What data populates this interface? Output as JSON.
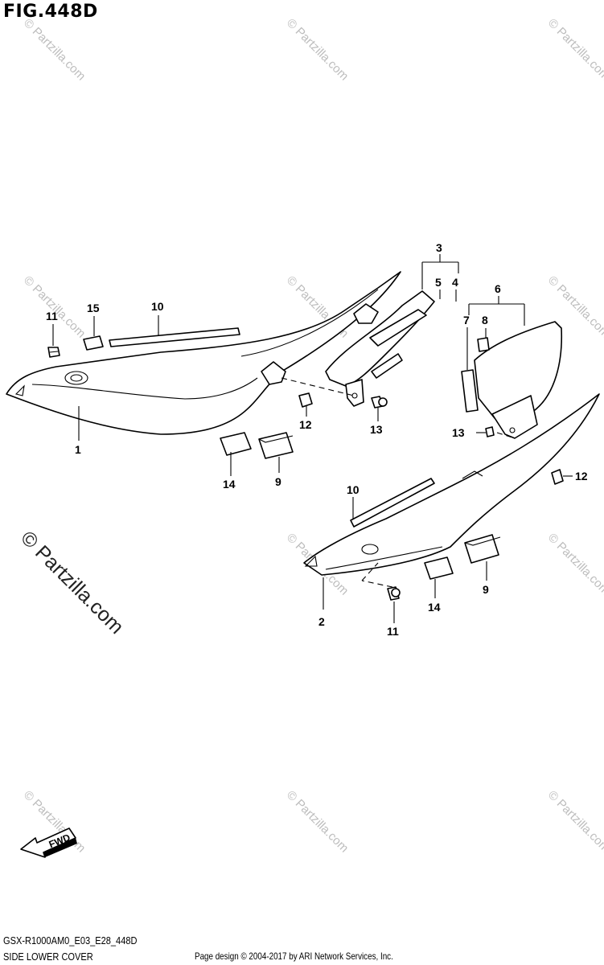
{
  "figure": {
    "title": "FIG.448D",
    "model_code": "GSX-R1000AM0_E03_E28_448D",
    "caption": "SIDE LOWER COVER",
    "copyright": "Page design © 2004-2017 by ARI Network Services, Inc."
  },
  "watermark": {
    "text": "© Partzilla.com",
    "large_text": "© Partzilla.com"
  },
  "fwd_label": "FWD",
  "callouts": [
    {
      "id": "c1",
      "label": "1"
    },
    {
      "id": "c2",
      "label": "2"
    },
    {
      "id": "c3",
      "label": "3"
    },
    {
      "id": "c4",
      "label": "4"
    },
    {
      "id": "c5",
      "label": "5"
    },
    {
      "id": "c6",
      "label": "6"
    },
    {
      "id": "c7",
      "label": "7"
    },
    {
      "id": "c8",
      "label": "8"
    },
    {
      "id": "c9a",
      "label": "9"
    },
    {
      "id": "c9b",
      "label": "9"
    },
    {
      "id": "c10a",
      "label": "10"
    },
    {
      "id": "c10b",
      "label": "10"
    },
    {
      "id": "c11a",
      "label": "11"
    },
    {
      "id": "c11b",
      "label": "11"
    },
    {
      "id": "c12a",
      "label": "12"
    },
    {
      "id": "c12b",
      "label": "12"
    },
    {
      "id": "c13a",
      "label": "13"
    },
    {
      "id": "c13b",
      "label": "13"
    },
    {
      "id": "c14a",
      "label": "14"
    },
    {
      "id": "c14b",
      "label": "14"
    },
    {
      "id": "c15",
      "label": "15"
    }
  ]
}
